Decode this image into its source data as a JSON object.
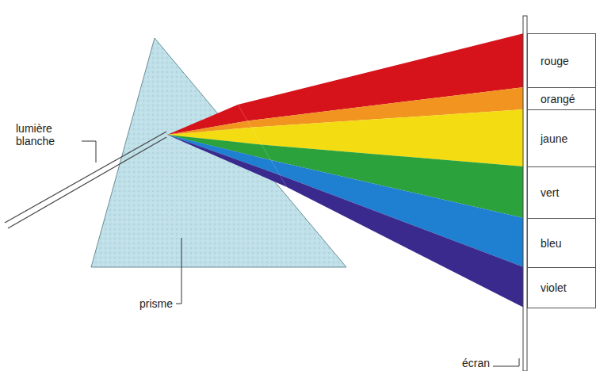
{
  "diagram": {
    "nodes": [
      {
        "text": [
          "rouge"
        ]
      },
      {
        "text": [
          "orangé"
        ]
      },
      {
        "text": [
          "jaune"
        ]
      },
      {
        "text": [
          "vert"
        ]
      },
      {
        "text": [
          "bleu"
        ]
      },
      {
        "text": [
          "violet"
        ]
      }
    ],
    "labels": [
      "lumière blanche",
      "prisme",
      "écran"
    ]
  }
}
